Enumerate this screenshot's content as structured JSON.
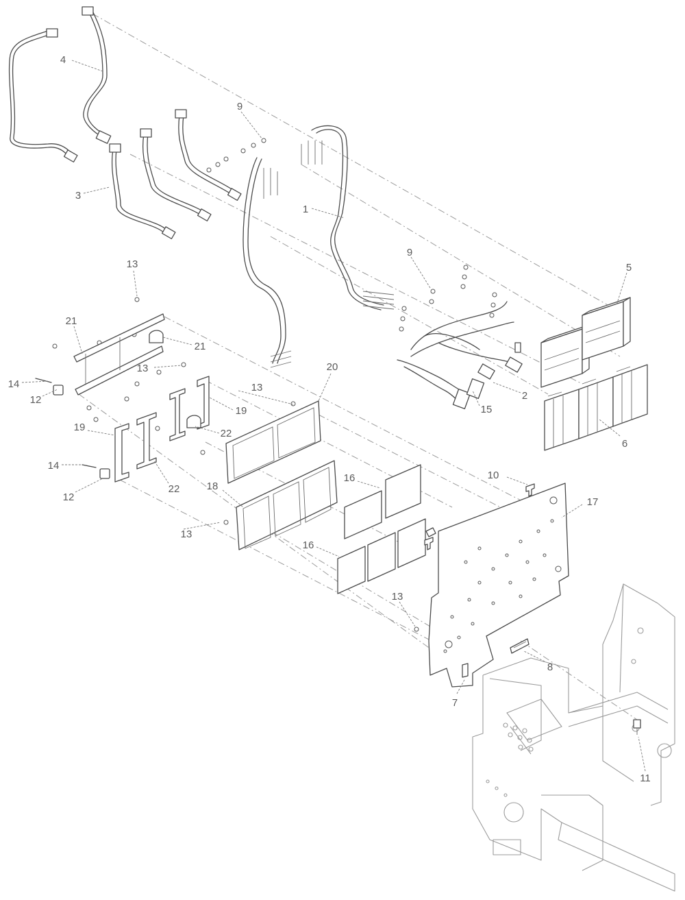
{
  "callouts": [
    "1",
    "2",
    "3",
    "4",
    "5",
    "6",
    "7",
    "8",
    "9",
    "9",
    "10",
    "11",
    "12",
    "12",
    "13",
    "13",
    "13",
    "13",
    "13",
    "14",
    "14",
    "15",
    "16",
    "16",
    "17",
    "18",
    "19",
    "19",
    "20",
    "21",
    "21",
    "22",
    "22"
  ]
}
